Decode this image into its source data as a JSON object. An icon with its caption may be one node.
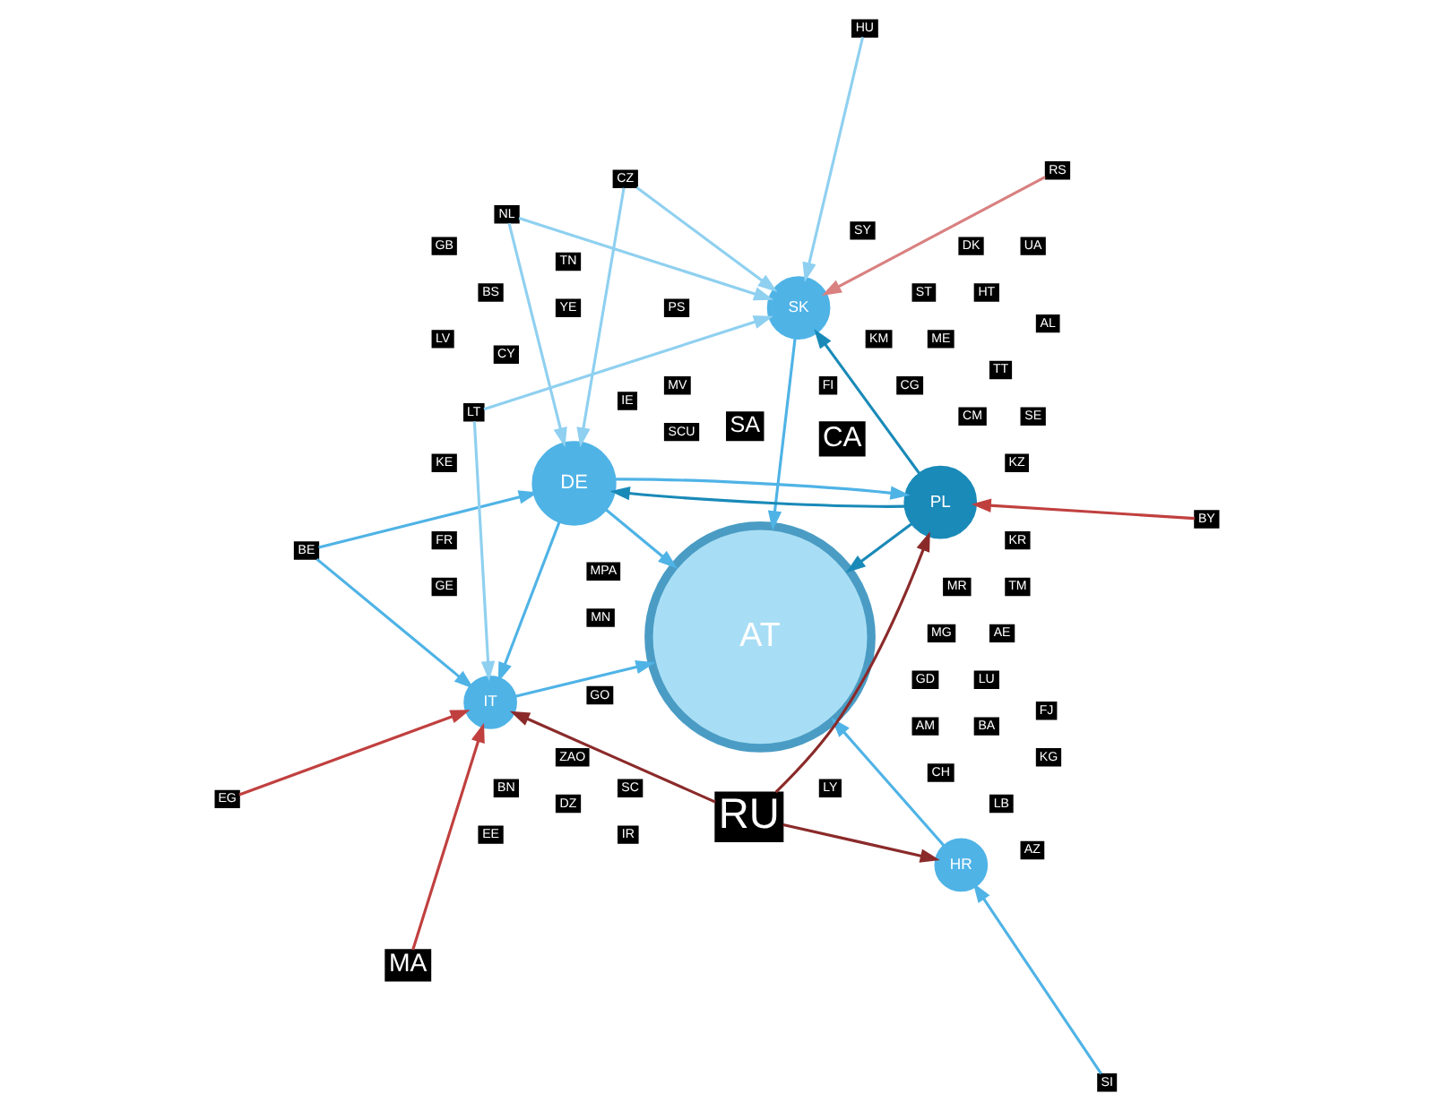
{
  "diagram": {
    "nodes": [
      {
        "text": [
          "AT"
        ]
      },
      {
        "text": [
          "HR"
        ]
      },
      {
        "text": [
          "IT"
        ]
      },
      {
        "text": [
          "SK"
        ]
      },
      {
        "text": [
          "PL"
        ]
      },
      {
        "text": [
          "DE"
        ]
      },
      {
        "text": [
          "SCU"
        ]
      },
      {
        "text": [
          "MPA"
        ]
      },
      {
        "text": [
          "MN"
        ]
      },
      {
        "text": [
          "PS"
        ]
      },
      {
        "text": [
          "MV"
        ]
      },
      {
        "text": [
          "YE"
        ]
      },
      {
        "text": [
          "CY"
        ]
      },
      {
        "text": [
          "LY"
        ]
      },
      {
        "text": [
          "IE"
        ]
      },
      {
        "text": [
          "BA"
        ]
      },
      {
        "text": [
          "GO"
        ]
      },
      {
        "text": [
          "CG"
        ]
      },
      {
        "text": [
          "LU"
        ]
      },
      {
        "text": [
          "HT"
        ]
      },
      {
        "text": [
          "AM"
        ]
      },
      {
        "text": [
          "ST"
        ]
      },
      {
        "text": [
          "GD"
        ]
      },
      {
        "text": [
          "BS"
        ]
      },
      {
        "text": [
          "BN"
        ]
      },
      {
        "text": [
          "MG"
        ]
      },
      {
        "text": [
          "ME"
        ]
      },
      {
        "text": [
          "SC"
        ]
      },
      {
        "text": [
          "KM"
        ]
      },
      {
        "text": [
          "LB"
        ]
      },
      {
        "text": [
          "MR"
        ]
      },
      {
        "text": [
          "RU"
        ]
      },
      {
        "text": [
          "CA"
        ]
      },
      {
        "text": [
          "MA"
        ]
      },
      {
        "text": [
          "SA"
        ]
      },
      {
        "text": [
          "NL"
        ]
      },
      {
        "text": [
          "BY"
        ]
      },
      {
        "text": [
          "BE"
        ]
      },
      {
        "text": [
          "EG"
        ]
      },
      {
        "text": [
          "LT"
        ]
      },
      {
        "text": [
          "AE"
        ]
      },
      {
        "text": [
          "ZAO"
        ]
      },
      {
        "text": [
          "FI"
        ]
      },
      {
        "text": [
          "TT"
        ]
      },
      {
        "text": [
          "DZ"
        ]
      },
      {
        "text": [
          "TM"
        ]
      },
      {
        "text": [
          "CZ"
        ]
      },
      {
        "text": [
          "KR"
        ]
      },
      {
        "text": [
          "KZ"
        ]
      },
      {
        "text": [
          "TN"
        ]
      },
      {
        "text": [
          "SE"
        ]
      },
      {
        "text": [
          "UA"
        ]
      },
      {
        "text": [
          "DK"
        ]
      },
      {
        "text": [
          "GB"
        ]
      },
      {
        "text": [
          "HU"
        ]
      },
      {
        "text": [
          "RS"
        ]
      },
      {
        "text": [
          "CH"
        ]
      },
      {
        "text": [
          "LV"
        ]
      },
      {
        "text": [
          "KE"
        ]
      },
      {
        "text": [
          "FR"
        ]
      },
      {
        "text": [
          "GE"
        ]
      },
      {
        "text": [
          "EE"
        ]
      },
      {
        "text": [
          "SI"
        ]
      },
      {
        "text": [
          "IR"
        ]
      },
      {
        "text": [
          "AZ"
        ]
      },
      {
        "text": [
          "KG"
        ]
      },
      {
        "text": [
          "FJ"
        ]
      },
      {
        "text": [
          "CM"
        ]
      },
      {
        "text": [
          "AL"
        ]
      },
      {
        "text": [
          "SY"
        ]
      }
    ],
    "edges": [
      {
        "from": 62,
        "to": 1,
        "arrow": "to"
      },
      {
        "from": 31,
        "to": 1,
        "arrow": "to",
        "color": "#8b2a2a"
      },
      {
        "from": 31,
        "to": 2,
        "arrow": "to",
        "color": "#8b2a2a"
      },
      {
        "from": 31,
        "to": 4,
        "arrow": "to",
        "color": "#8b2a2a"
      },
      {
        "from": 33,
        "to": 2,
        "arrow": "to",
        "color": "#c0403f"
      },
      {
        "from": 36,
        "to": 4,
        "arrow": "to",
        "color": "#c0403f"
      },
      {
        "from": 38,
        "to": 2,
        "arrow": "to",
        "color": "#c0403f"
      },
      {
        "from": 55,
        "to": 3,
        "arrow": "to",
        "color": "#d98080"
      },
      {
        "from": 54,
        "to": 3,
        "arrow": "to",
        "color": "#8fd0f0"
      },
      {
        "from": 1,
        "to": 0,
        "arrow": "to"
      },
      {
        "from": 2,
        "to": 0,
        "arrow": "to"
      },
      {
        "from": 3,
        "to": 0,
        "arrow": "to"
      },
      {
        "from": 4,
        "to": 0,
        "arrow": "to",
        "color": "#1a8ab8"
      },
      {
        "from": 5,
        "to": 0,
        "arrow": "to"
      },
      {
        "from": 4,
        "to": 3,
        "arrow": "to",
        "color": "#1a8ab8"
      },
      {
        "from": 4,
        "to": 5,
        "arrow": "to",
        "color": "#1a8ab8"
      },
      {
        "from": 5,
        "to": 4,
        "arrow": "to"
      },
      {
        "from": 5,
        "to": 2,
        "arrow": "to"
      },
      {
        "from": 46,
        "to": 5,
        "arrow": "to",
        "color": "#8fd0f0"
      },
      {
        "from": 46,
        "to": 3,
        "arrow": "to",
        "color": "#8fd0f0"
      },
      {
        "from": 35,
        "to": 5,
        "arrow": "to",
        "color": "#8fd0f0"
      },
      {
        "from": 35,
        "to": 3,
        "arrow": "to",
        "color": "#8fd0f0"
      },
      {
        "from": 37,
        "to": 5,
        "arrow": "to"
      },
      {
        "from": 37,
        "to": 2,
        "arrow": "to"
      },
      {
        "from": 39,
        "to": 2,
        "arrow": "to",
        "color": "#8fd0f0"
      },
      {
        "from": 39,
        "to": 3,
        "arrow": "to",
        "color": "#8fd0f0"
      }
    ]
  }
}
